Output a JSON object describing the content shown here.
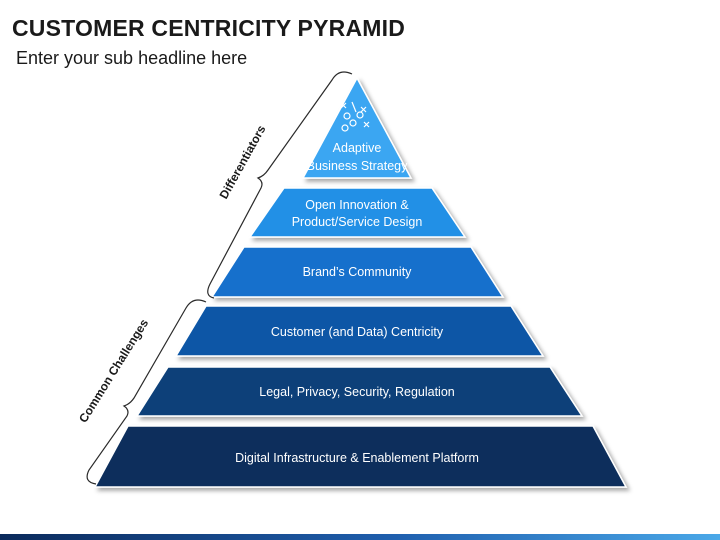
{
  "title": "CUSTOMER CENTRICITY PYRAMID",
  "subtitle": "Enter your sub headline here",
  "groups": {
    "top": "Differentiators",
    "bottom": "Common Challenges"
  },
  "tiers": [
    {
      "lines": [
        "Adaptive",
        "Business Strategy"
      ],
      "color": "#3aa6f2",
      "icon": "strategy-play-icon"
    },
    {
      "lines": [
        "Open Innovation &",
        "Product/Service Design"
      ],
      "color": "#2390e6"
    },
    {
      "lines": [
        "Brand’s Community"
      ],
      "color": "#1570cc"
    },
    {
      "lines": [
        "Customer (and Data) Centricity"
      ],
      "color": "#0c57a6"
    },
    {
      "lines": [
        "Legal, Privacy, Security, Regulation"
      ],
      "color": "#0b4079"
    },
    {
      "lines": [
        "Digital Infrastructure & Enablement Platform"
      ],
      "color": "#0a2f5c"
    }
  ]
}
